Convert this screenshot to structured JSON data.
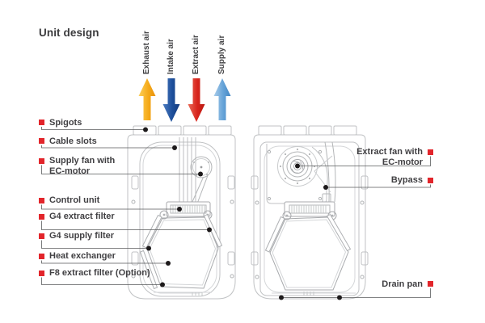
{
  "title": "Unit design",
  "colors": {
    "label_red": "#e2252b",
    "exhaust_air": "#f2a71d",
    "intake_air": "#1d4f9b",
    "extract_air": "#d8251d",
    "supply_air": "#66a3d8",
    "callout_line": "#58595b",
    "drawing_line": "#c0c2c4"
  },
  "airflow": [
    {
      "label": "Exhaust air",
      "direction": "up"
    },
    {
      "label": "Intake air",
      "direction": "down"
    },
    {
      "label": "Extract air",
      "direction": "down"
    },
    {
      "label": "Supply air",
      "direction": "up"
    }
  ],
  "callouts": {
    "left": [
      {
        "label": "Spigots"
      },
      {
        "label": "Cable slots"
      },
      {
        "label": "Supply fan with EC-motor"
      },
      {
        "label": "Control unit"
      },
      {
        "label": "G4 extract filter"
      },
      {
        "label": "G4 supply filter"
      },
      {
        "label": "Heat exchanger"
      },
      {
        "label": "F8 extract filter (Option)"
      }
    ],
    "right": [
      {
        "label": "Extract fan with EC-motor"
      },
      {
        "label": "Bypass"
      },
      {
        "label": "Drain pan"
      }
    ]
  }
}
